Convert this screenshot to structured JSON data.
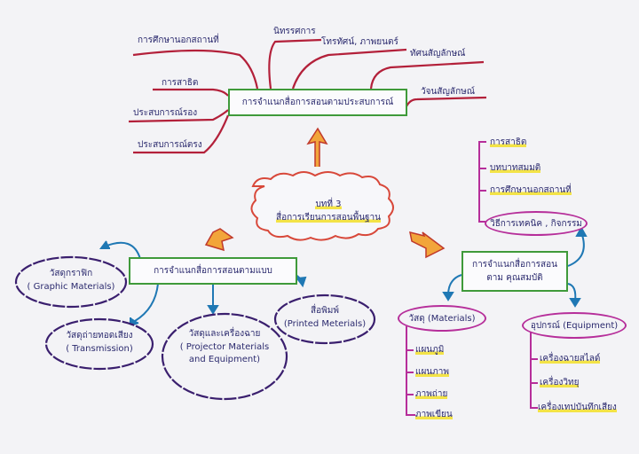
{
  "center": {
    "line1": "บทที่ 3",
    "line2": "สื่อการเรียนการสอนพื้นฐาน"
  },
  "experience": {
    "title": "การจำแนกสื่อการสอนตามประสบการณ์",
    "items": [
      "การศึกษานอกสถานที่",
      "นิทรรศการ",
      "โทรทัศน์, ภาพยนตร์",
      "ทัศนสัญลักษณ์",
      "วัจนสัญลักษณ์",
      "การสาธิต",
      "ประสบการณ์รอง",
      "ประสบการณ์ตรง"
    ]
  },
  "form": {
    "title": "การจำแนกสื่อการสอนตามแบบ",
    "items": [
      {
        "th": "วัสดุกราฟิก",
        "en": "( Graphic Materials)"
      },
      {
        "th": "วัสดุถ่ายทอดเสียง",
        "en": "( Transmission)"
      },
      {
        "th": "วัสดุและเครื่องฉาย",
        "en": "( Projector Materials",
        "en2": "and Equipment)"
      },
      {
        "th": "สื่อพิมพ์",
        "en": "(Printed Meterials)"
      }
    ]
  },
  "property": {
    "title1": "การจำแนกสื่อการสอน",
    "title2": "ตาม คุณสมบัติ",
    "methods": {
      "label": "วิธีการเทคนิค , กิจกรรม",
      "items": [
        "การสาธิต",
        "บทบาทสมมติ",
        "การศึกษานอกสถานที่"
      ]
    },
    "materials": {
      "label": "วัสดุ (Materials)",
      "items": [
        "แผนภูมิ",
        "แผนภาพ",
        "ภาพถ่าย",
        "ภาพเขียน"
      ]
    },
    "equipment": {
      "label": "อุปกรณ์ (Equipment)",
      "items": [
        "เครื่องฉายสไลด์",
        "เครื่องวิทยุ",
        "เครื่องเทปบันทึกเสียง"
      ]
    }
  },
  "colors": {
    "branch_red": "#b3203a",
    "box_green": "#3f9a3a",
    "arrow_blue": "#1f78b4",
    "tree_purple": "#b62e9a",
    "cloud_purple": "#3a1f6e",
    "cloud_red": "#d8483a",
    "highlight": "#f3e347",
    "arrow_orange": "#f2a53a"
  }
}
